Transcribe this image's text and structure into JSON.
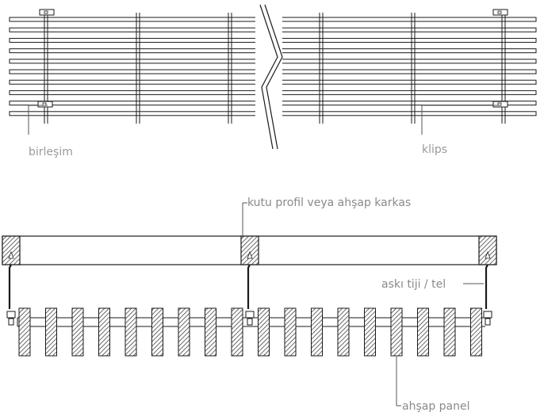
{
  "labels": {
    "joint": "birleşim",
    "clip": "klips",
    "frame": "kutu profil veya ahşap karkas",
    "hanger": "askı tiji / tel",
    "panel": "ahşap panel"
  },
  "colors": {
    "line": "#1a1a1a",
    "label": "#9a9a9a",
    "leader": "#555555",
    "hatch": "#444444"
  }
}
